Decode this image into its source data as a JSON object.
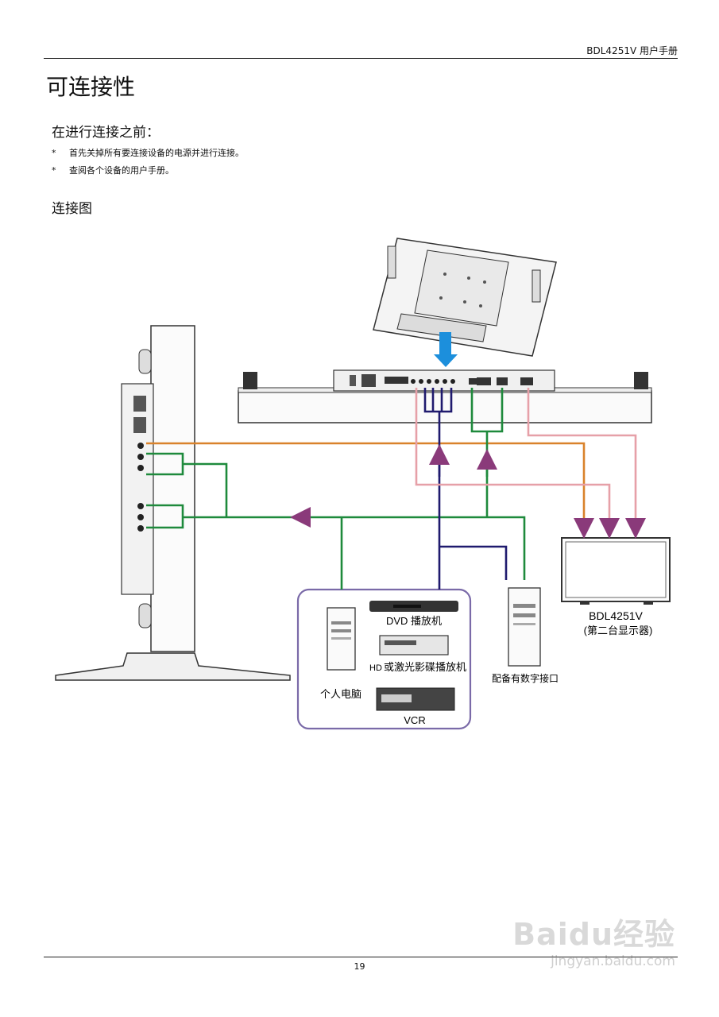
{
  "header": {
    "doc_title": "BDL4251V 用户手册"
  },
  "page_title": "可连接性",
  "before_section": {
    "heading": "在进行连接之前：",
    "items": [
      {
        "marker": "*",
        "text": "首先关掉所有要连接设备的电源并进行连接。"
      },
      {
        "marker": "*",
        "text": "查阅各个设备的用户手册。"
      }
    ]
  },
  "diagram_section": {
    "heading": "连接图"
  },
  "diagram": {
    "labels": {
      "dvd": "DVD 播放机",
      "hd_prefix": "HD",
      "hd_player": "或激光影碟播放机",
      "vcr": "VCR",
      "pc": "个人电脑",
      "digital_pc": "配备有数字接口",
      "second_display_model": "BDL4251V",
      "second_display_note": "(第二台显示器)"
    },
    "colors": {
      "green": "#1e8a3c",
      "orange": "#d9822b",
      "pink": "#e6a0a8",
      "navy": "#1f1a6e",
      "arrow": "#8a3a7a",
      "device_box": "#7a6aa8",
      "blue_arrow": "#1c8fdc"
    }
  },
  "footer": {
    "page_number": "19"
  },
  "watermark": {
    "brand": "Baidu经验",
    "url": "jingyan.baidu.com"
  }
}
